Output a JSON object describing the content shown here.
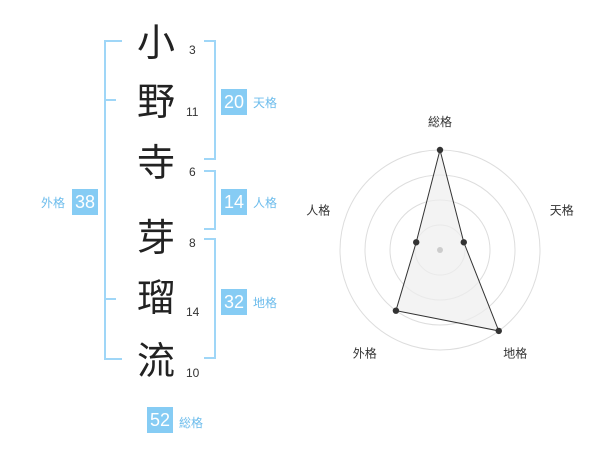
{
  "name_chars": [
    {
      "char": "小",
      "strokes": "3"
    },
    {
      "char": "野",
      "strokes": "11"
    },
    {
      "char": "寺",
      "strokes": "6"
    },
    {
      "char": "芽",
      "strokes": "8"
    },
    {
      "char": "瑠",
      "strokes": "14"
    },
    {
      "char": "流",
      "strokes": "10"
    }
  ],
  "fortunes": {
    "tenkaku": {
      "value": "20",
      "label": "天格"
    },
    "jinkaku": {
      "value": "14",
      "label": "人格"
    },
    "chikaku": {
      "value": "32",
      "label": "地格"
    },
    "gaikaku": {
      "value": "38",
      "label": "外格"
    },
    "soukaku": {
      "value": "52",
      "label": "総格"
    }
  },
  "chart_data": {
    "type": "radar",
    "axes": [
      "総格",
      "天格",
      "地格",
      "外格",
      "人格"
    ],
    "values": [
      4,
      1,
      4,
      3,
      1
    ],
    "rmax": 4,
    "rings": 4,
    "colors": {
      "ring": "#dddddd",
      "fill": "#eeeeee",
      "line": "#333333",
      "point": "#333333",
      "center": "#cccccc"
    }
  }
}
